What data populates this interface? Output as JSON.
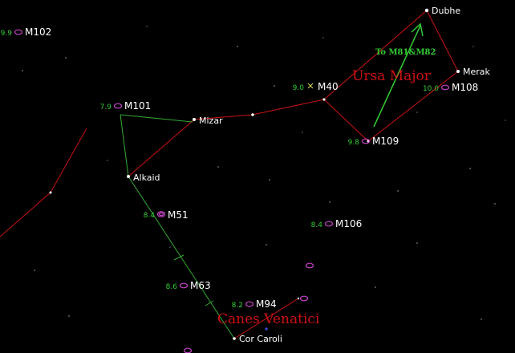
{
  "colors": {
    "background": "#000000",
    "constellation_line": "#cc1111",
    "pointer_line": "#33aa33",
    "magnitude_text": "#33cc33",
    "galaxy_symbol": "#cc44cc",
    "star": "#ffffff",
    "constellation_label": "#cc1111",
    "arrow": "#33cc33"
  },
  "constellations": [
    {
      "label": "Ursa Major"
    },
    {
      "label": "Canes Venatici"
    }
  ],
  "arrow_label": "To M81&M82",
  "stars": [
    {
      "name": "Dubhe"
    },
    {
      "name": "Merak"
    },
    {
      "name": "Mizar"
    },
    {
      "name": "Alkaid"
    },
    {
      "name": "Cor Caroli"
    }
  ],
  "objects": [
    {
      "name": "M102",
      "mag": "9.9",
      "symbol": "galaxy"
    },
    {
      "name": "M101",
      "mag": "7.9",
      "symbol": "galaxy"
    },
    {
      "name": "M40",
      "mag": "9.0",
      "symbol": "double-star"
    },
    {
      "name": "M108",
      "mag": "10.0",
      "symbol": "galaxy"
    },
    {
      "name": "M109",
      "mag": "9.8",
      "symbol": "galaxy"
    },
    {
      "name": "M51",
      "mag": "8.4",
      "symbol": "galaxy"
    },
    {
      "name": "M106",
      "mag": "8.4",
      "symbol": "galaxy"
    },
    {
      "name": "M63",
      "mag": "8.6",
      "symbol": "galaxy"
    },
    {
      "name": "M94",
      "mag": "8.2",
      "symbol": "galaxy"
    }
  ]
}
